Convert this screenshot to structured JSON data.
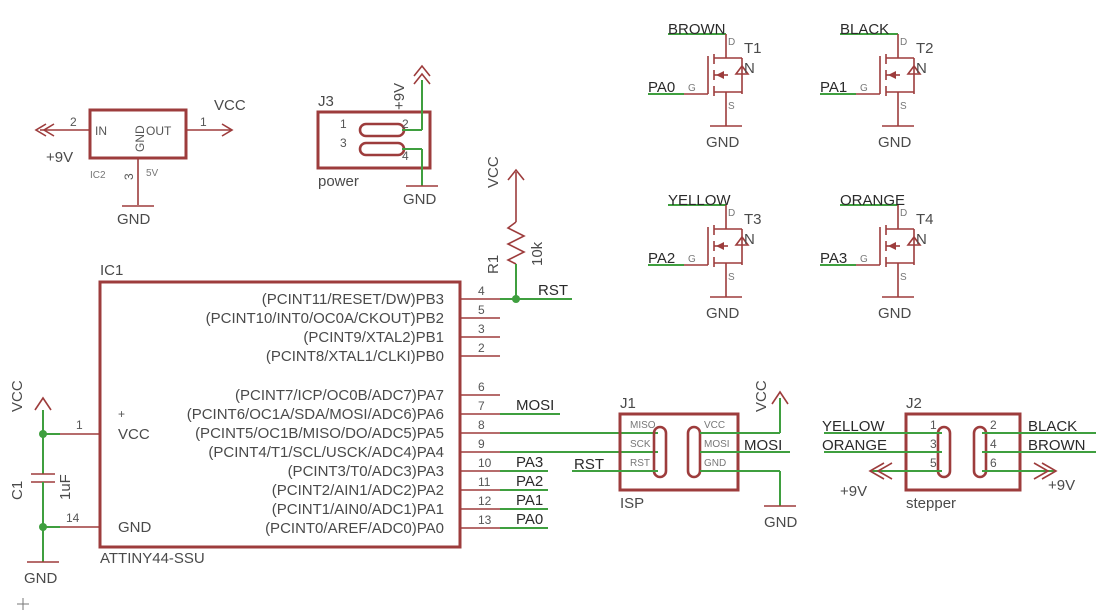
{
  "regulator": {
    "pin_in": "2",
    "pin_out": "1",
    "label_in": "IN",
    "label_out": "OUT",
    "label_gnd": "GND",
    "ref": "IC2",
    "value": "5V",
    "pin_gnd": "3",
    "net_vcc": "VCC",
    "net_9v": "+9V",
    "net_gnd": "GND"
  },
  "j3": {
    "ref": "J3",
    "value": "power",
    "pins": [
      "1",
      "2",
      "3",
      "4"
    ],
    "net_9v": "+9V",
    "net_gnd": "GND"
  },
  "r1": {
    "ref": "R1",
    "value": "10k",
    "net_vcc": "VCC",
    "net_rst": "RST"
  },
  "ic1": {
    "ref": "IC1",
    "value": "ATTINY44-SSU",
    "vcc_label": "VCC",
    "gnd_label": "GND",
    "vcc_pin": "1",
    "gnd_pin": "14",
    "plus": "+",
    "pins": [
      {
        "label": "(PCINT11/RESET/DW)PB3",
        "num": "4",
        "net": "RST"
      },
      {
        "label": "(PCINT10/INT0/OC0A/CKOUT)PB2",
        "num": "5",
        "net": ""
      },
      {
        "label": "(PCINT9/XTAL2)PB1",
        "num": "3",
        "net": ""
      },
      {
        "label": "(PCINT8/XTAL1/CLKI)PB0",
        "num": "2",
        "net": ""
      },
      {
        "label": "(PCINT7/ICP/OC0B/ADC7)PA7",
        "num": "6",
        "net": ""
      },
      {
        "label": "(PCINT6/OC1A/SDA/MOSI/ADC6)PA6",
        "num": "7",
        "net": "MOSI"
      },
      {
        "label": "(PCINT5/OC1B/MISO/DO/ADC5)PA5",
        "num": "8",
        "net": ""
      },
      {
        "label": "(PCINT4/T1/SCL/USCK/ADC4)PA4",
        "num": "9",
        "net": ""
      },
      {
        "label": "(PCINT3/T0/ADC3)PA3",
        "num": "10",
        "net": "PA3"
      },
      {
        "label": "(PCINT2/AIN1/ADC2)PA2",
        "num": "11",
        "net": "PA2"
      },
      {
        "label": "(PCINT1/AIN0/ADC1)PA1",
        "num": "12",
        "net": "PA1"
      },
      {
        "label": "(PCINT0/AREF/ADC0)PA0",
        "num": "13",
        "net": "PA0"
      }
    ]
  },
  "c1": {
    "ref": "C1",
    "value": "1uF",
    "net_vcc": "VCC",
    "net_gnd": "GND"
  },
  "j1": {
    "ref": "J1",
    "value": "ISP",
    "labels": [
      "MISO",
      "VCC",
      "SCK",
      "MOSI",
      "RST",
      "GND"
    ],
    "net_vcc": "VCC",
    "net_mosi": "MOSI",
    "net_rst": "RST",
    "net_gnd": "GND"
  },
  "j2": {
    "ref": "J2",
    "value": "stepper",
    "pins": [
      "1",
      "2",
      "3",
      "4",
      "5",
      "6"
    ],
    "nets_left": [
      "YELLOW",
      "ORANGE"
    ],
    "nets_right": [
      "BLACK",
      "BROWN"
    ],
    "net_9v_left": "+9V",
    "net_9v_right": "+9V"
  },
  "mosfets": [
    {
      "ref": "T1",
      "type": "N",
      "drain_net": "BROWN",
      "gate_net": "PA0",
      "gnd": "GND",
      "d": "D",
      "g": "G",
      "s": "S"
    },
    {
      "ref": "T2",
      "type": "N",
      "drain_net": "BLACK",
      "gate_net": "PA1",
      "gnd": "GND",
      "d": "D",
      "g": "G",
      "s": "S"
    },
    {
      "ref": "T3",
      "type": "N",
      "drain_net": "YELLOW",
      "gate_net": "PA2",
      "gnd": "GND",
      "d": "D",
      "g": "G",
      "s": "S"
    },
    {
      "ref": "T4",
      "type": "N",
      "drain_net": "ORANGE",
      "gate_net": "PA3",
      "gnd": "GND",
      "d": "D",
      "g": "G",
      "s": "S"
    }
  ]
}
